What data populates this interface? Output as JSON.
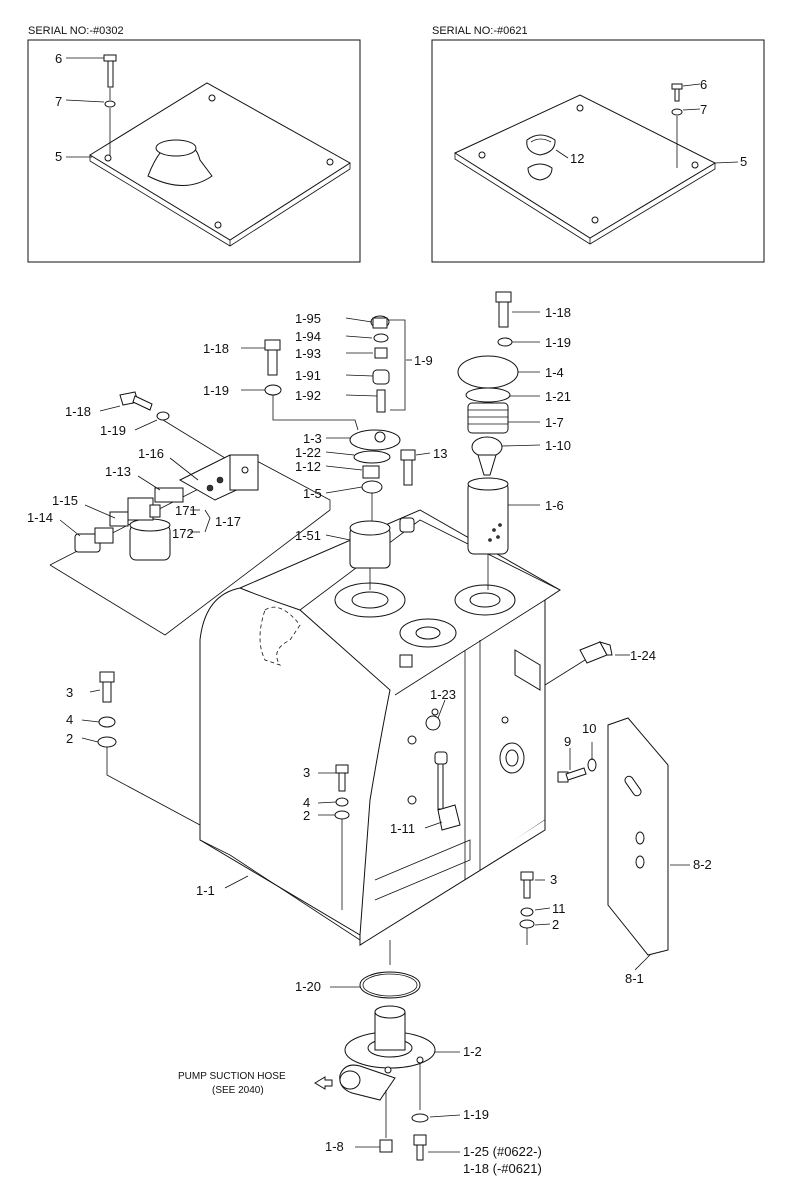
{
  "serials": {
    "left": "SERIAL NO:-#0302",
    "right": "SERIAL NO:-#0621"
  },
  "inset_left": {
    "bolt": "6",
    "washer": "7",
    "plate": "5"
  },
  "inset_right": {
    "bolt": "6",
    "washer": "7",
    "plate": "5",
    "cap": "12"
  },
  "labels": {
    "p1_95": "1-95",
    "p1_94": "1-94",
    "p1_93": "1-93",
    "p1_91": "1-91",
    "p1_92": "1-92",
    "p1_9": "1-9",
    "p1_18_a": "1-18",
    "p1_19_a": "1-19",
    "p1_18_b": "1-18",
    "p1_19_b": "1-19",
    "p1_4": "1-4",
    "p1_21": "1-21",
    "p1_7": "1-7",
    "p1_10": "1-10",
    "p1_6": "1-6",
    "p1_18_c": "1-18",
    "p1_19_c": "1-19",
    "p1_16": "1-16",
    "p1_13": "1-13",
    "p1_15": "1-15",
    "p1_14": "1-14",
    "p171": "171",
    "p172": "172",
    "p1_17": "1-17",
    "p1_3": "1-3",
    "p1_22": "1-22",
    "p1_12": "1-12",
    "p13": "13",
    "p1_5": "1-5",
    "p1_51": "1-51",
    "p1_24": "1-24",
    "p3_a": "3",
    "p4_a": "4",
    "p2_a": "2",
    "p1_23": "1-23",
    "p3_b": "3",
    "p4_b": "4",
    "p2_b": "2",
    "p1_11": "1-11",
    "p9": "9",
    "p10": "10",
    "p8_2": "8-2",
    "p8_1": "8-1",
    "p3_c": "3",
    "p11": "11",
    "p2_c": "2",
    "p1_1": "1-1",
    "p1_20": "1-20",
    "p1_2": "1-2",
    "p1_19_d": "1-19",
    "p1_8": "1-8",
    "p1_25": "1-25 (#0622-)",
    "p1_18_d": "1-18 (-#0621)",
    "pump_line1": "PUMP SUCTION HOSE",
    "pump_line2": "(SEE 2040)"
  }
}
